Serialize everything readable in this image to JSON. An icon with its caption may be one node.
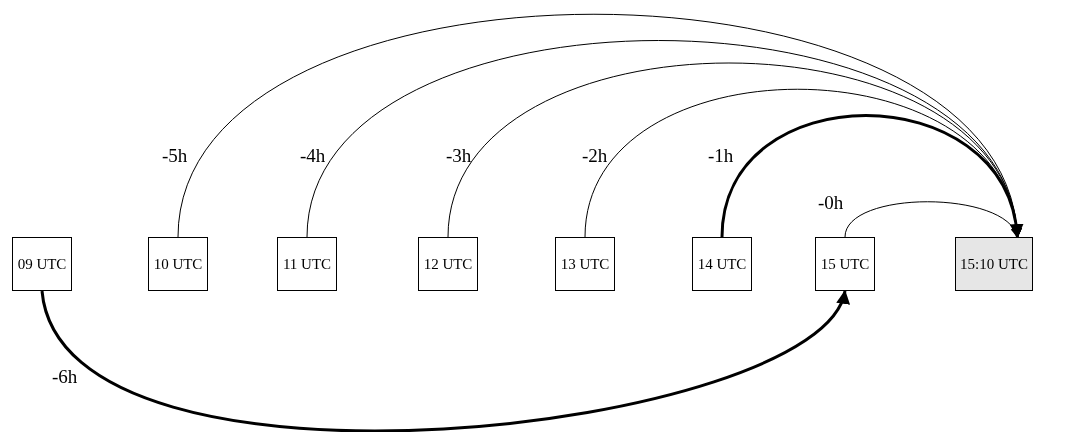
{
  "diagram": {
    "nodes": [
      {
        "text": [
          "09 UTC"
        ]
      },
      {
        "text": [
          "10 UTC"
        ]
      },
      {
        "text": [
          "11 UTC"
        ]
      },
      {
        "text": [
          "12 UTC"
        ]
      },
      {
        "text": [
          "13 UTC"
        ]
      },
      {
        "text": [
          "14 UTC"
        ]
      },
      {
        "text": [
          "15 UTC"
        ]
      },
      {
        "text": [
          "15:10 UTC"
        ]
      }
    ],
    "edges": [
      {
        "from": 1,
        "to": 7,
        "arrow": "to",
        "label": "-5h"
      },
      {
        "from": 2,
        "to": 7,
        "arrow": "to",
        "label": "-4h"
      },
      {
        "from": 3,
        "to": 7,
        "arrow": "to",
        "label": "-3h"
      },
      {
        "from": 4,
        "to": 7,
        "arrow": "to",
        "label": "-2h"
      },
      {
        "from": 5,
        "to": 7,
        "arrow": "to",
        "label": "-1h",
        "style": "thick"
      },
      {
        "from": 6,
        "to": 7,
        "arrow": "to",
        "label": "-0h"
      },
      {
        "from": 0,
        "to": 6,
        "arrow": "to",
        "label": "-6h",
        "style": "thick"
      }
    ]
  }
}
